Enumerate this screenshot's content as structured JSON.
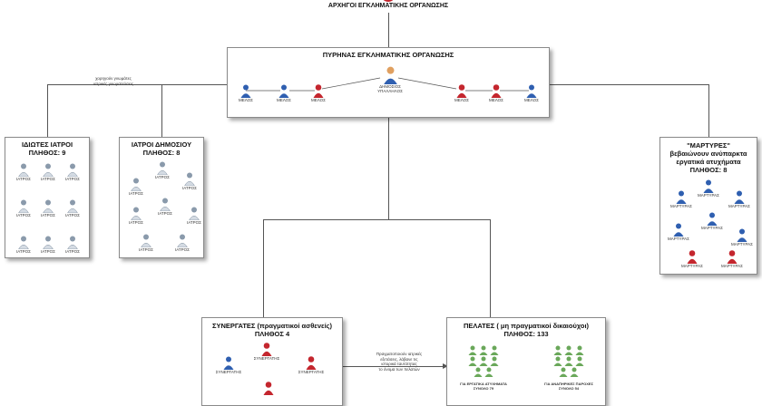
{
  "header": {
    "title": "ΑΡΧΗΓΟΙ ΕΓΚΛΗΜΑΤΙΚΗΣ ΟΡΓΑΝΩΣΗΣ"
  },
  "core": {
    "title": "ΠΥΡΗΝΑΣ ΕΓΚΛΗΜΑΤΙΚΗΣ ΟΡΓΑΝΩΣΗΣ",
    "center_label": "ΔΗΜΟΣΙΟΣ ΥΠΑΛΛΗΛΟΣ",
    "members": [
      "ΜΕΛΟΣ",
      "ΜΕΛΟΣ",
      "ΜΕΛΟΣ",
      "ΜΕΛΟΣ",
      "ΜΕΛΟΣ",
      "ΜΕΛΟΣ"
    ]
  },
  "note_left": "χορηγούν γνωμάτες\nιατρικές γνωματεύσεις",
  "private_doctors": {
    "title": "ΙΔΙΩΤΕΣ ΙΑΤΡΟΙ",
    "count": "ΠΛΗΘΟΣ: 9",
    "item_label": "ΙΑΤΡΟΣ"
  },
  "public_doctors": {
    "title": "ΙΑΤΡΟΙ ΔΗΜΟΣΙΟΥ",
    "count": "ΠΛΗΘΟΣ: 8",
    "item_label": "ΙΑΤΡΟΣ"
  },
  "witnesses": {
    "title": "\"ΜΑΡΤΥΡΕΣ\"",
    "subtitle1": "βεβαιώνουν ανύπαρκτα",
    "subtitle2": "εργατικά ατυχήματα",
    "count": "ΠΛΗΘΟΣ: 8",
    "item_label": "ΜΑΡΤΥΡΑΣ"
  },
  "partners": {
    "title": "ΣΥΝΕΡΓΑΤΕΣ (πραγματικοί ασθενείς)",
    "count": "ΠΛΗΘΟΣ 4",
    "item_label": "ΣΥΝΕΡΓΑΤΗΣ"
  },
  "note_middle": "Πραγματοποιούν ιατρικές\nεξετάσεις, λάβανε τις\nιστορικά ταυτότητας\nτο όνομα των πελατών",
  "clients": {
    "title": "ΠΕΛΑΤΕΣ ( μη πραγματικοί δικαιούχοι)",
    "count": "ΠΛΗΘΟΣ: 133",
    "group1": "ΓΙΑ ΕΡΓΑΤΙΚΑ ΑΤΥΧΗΜΑΤΑ\nΣΥΝΟΛΟ 79",
    "group2": "ΓΙΑ ΑΝΑΠΗΡΙΚΕΣ ΠΑΡΟΧΕΣ\nΣΥΝΟΛΟ 54"
  },
  "colors": {
    "male": "#2f5fb0",
    "female": "#c4262e",
    "client": "#6aa85a",
    "doctor": "#8a9aab",
    "line": "#555555"
  }
}
